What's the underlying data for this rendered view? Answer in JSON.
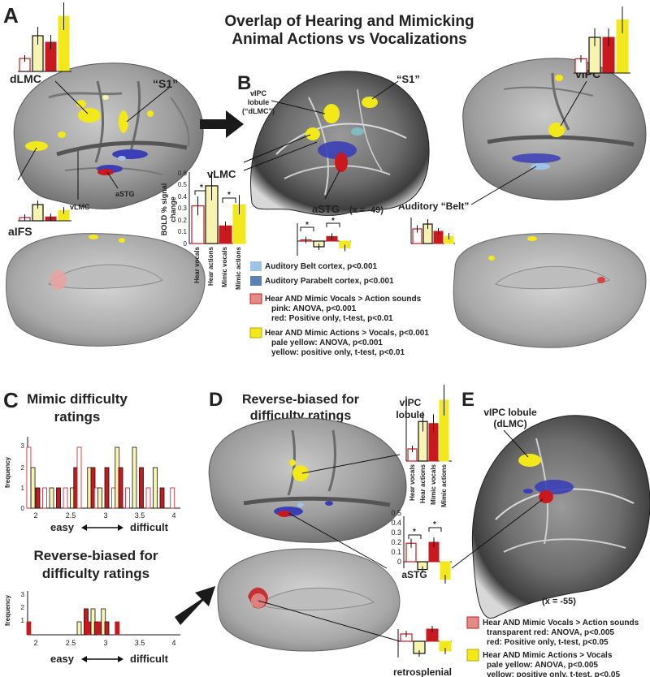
{
  "title": [
    "Overlap of Hearing and Mimicking",
    "Animal Actions vs Vocalizations"
  ],
  "panel_letters": {
    "a": "A",
    "b": "B",
    "c": "C",
    "d": "D",
    "e": "E"
  },
  "colors": {
    "red": "#c8191f",
    "pale_red": "#f2b8b8",
    "yellow": "#f2e81a",
    "pale_yellow": "#f7f3b0",
    "blue": "#3b3fb5",
    "pale_blue": "#9fc3e6",
    "brain": "#9a9a9a",
    "brain_dark": "#6e6e6e"
  },
  "panelA": {
    "labels": {
      "dlmc": "dLMC",
      "s1": "“S1”",
      "vlmc": "vLMC",
      "astg": "aSTG",
      "aifs": "aIFS"
    }
  },
  "panelB": {
    "labels": {
      "vipc_lobule": [
        "vIPC",
        "lobule",
        "(“dLMC”)"
      ],
      "s1": "“S1”",
      "vlmc": "vLMC",
      "astg": "aSTG",
      "coord": "(x = -49)",
      "vipc": "vIPC",
      "belt": "Auditory “Belt”"
    },
    "ylabel": [
      "BOLD % signal",
      "change"
    ],
    "yticks": [
      "0",
      "0.1",
      "0.2",
      "0.3",
      "0.4",
      "0.5",
      "0.6"
    ],
    "conditions": [
      "Hear vocals",
      "Hear actions",
      "Mimic vocals",
      "Mimic actions"
    ],
    "star": "*"
  },
  "legendB": {
    "belt": "Auditory Belt cortex, p<0.001",
    "parabelt": "Auditory Parabelt cortex, p<0.001",
    "vocals": [
      "Hear AND Mimic Vocals > Action sounds",
      "pink: ANOVA, p<0.001",
      "red: Positive only, t-test, p<0.01"
    ],
    "actions": [
      "Hear AND Mimic Actions > Vocals, p<0.001",
      "pale yellow: ANOVA, p<0.001",
      "yellow: positive only, t-test, p<0.01"
    ]
  },
  "panelC": {
    "title1": [
      "Mimic difficulty",
      "ratings"
    ],
    "title2": [
      "Reverse-biased for",
      "difficulty ratings"
    ],
    "ylabel": "frequency",
    "yticks1": [
      "0",
      "1",
      "2",
      "3"
    ],
    "yticks2": [
      "1",
      "2",
      "3"
    ],
    "xticks": [
      "2",
      "2.5",
      "3",
      "3.5",
      "4"
    ],
    "easy": "easy",
    "difficult": "difficult"
  },
  "panelD": {
    "title": [
      "Reverse-biased for",
      "difficulty ratings"
    ],
    "labels": {
      "vipc_lobule": [
        "vIPC",
        "lobule"
      ],
      "astg": "aSTG",
      "retro": "retrosplenial"
    },
    "conditions": [
      "Hear vocals",
      "Hear actions",
      "Mimic vocals",
      "Mimic actions"
    ],
    "yticks": [
      "0",
      "0.1",
      "0.2",
      "0.3",
      "0.4",
      "0.5"
    ],
    "star": "*"
  },
  "panelE": {
    "label": [
      "vIPC lobule",
      "(dLMC)"
    ],
    "coord": "(x = -55)"
  },
  "legendE": {
    "vocals": [
      "Hear AND Mimic Vocals > Action sounds",
      "transparent red: ANOVA, p<0.005",
      "red: Positive only, t-test, p<0.05"
    ],
    "actions": [
      "Hear AND Mimic Actions > Vocals",
      "pale yellow: ANOVA, p<0.005",
      "yellow: positive only, t-test, p<0.05"
    ]
  },
  "chart_data": [
    {
      "type": "bar",
      "title": "dLMC",
      "categories": [
        "Hear vocals",
        "Hear actions",
        "Mimic vocals",
        "Mimic actions"
      ],
      "values": [
        0.2,
        0.55,
        0.45,
        0.85
      ],
      "ylim": [
        0,
        1
      ]
    },
    {
      "type": "bar",
      "title": "aIFS",
      "categories": [
        "Hear vocals",
        "Hear actions",
        "Mimic vocals",
        "Mimic actions"
      ],
      "values": [
        0.1,
        0.5,
        0.12,
        0.32
      ],
      "ylim": [
        0,
        1
      ]
    },
    {
      "type": "bar",
      "title": "vIPC",
      "categories": [
        "Hear vocals",
        "Hear actions",
        "Mimic vocals",
        "Mimic actions"
      ],
      "values": [
        0.22,
        0.55,
        0.55,
        0.82
      ],
      "ylim": [
        0,
        1
      ]
    },
    {
      "type": "bar",
      "title": "vLMC",
      "categories": [
        "Hear vocals",
        "Hear actions",
        "Mimic vocals",
        "Mimic actions"
      ],
      "values": [
        0.32,
        0.49,
        0.15,
        0.33
      ],
      "ylabel": "BOLD % signal change",
      "ylim": [
        0,
        0.6
      ]
    },
    {
      "type": "bar",
      "title": "aSTG",
      "categories": [
        "Hear vocals",
        "Hear actions",
        "Mimic vocals",
        "Mimic actions"
      ],
      "values": [
        0.02,
        -0.1,
        0.08,
        -0.12
      ],
      "ylim": [
        -0.2,
        0.2
      ]
    },
    {
      "type": "bar",
      "title": "Auditory “Belt”",
      "categories": [
        "Hear vocals",
        "Hear actions",
        "Mimic vocals",
        "Mimic actions"
      ],
      "values": [
        0.3,
        0.4,
        0.25,
        0.15
      ],
      "ylim": [
        0,
        0.6
      ]
    },
    {
      "type": "bar",
      "title": "Mimic difficulty ratings",
      "x": [
        1.87,
        1.93,
        2.0,
        2.1,
        2.2,
        2.3,
        2.4,
        2.5,
        2.55,
        2.6,
        2.75,
        2.8,
        2.85,
        2.9,
        3.0,
        3.1,
        3.15,
        3.2,
        3.3,
        3.4,
        3.5,
        3.6,
        3.7,
        3.8,
        3.95
      ],
      "values": [
        3,
        2,
        1,
        1,
        1,
        1,
        1,
        1,
        2,
        3,
        2,
        2,
        1,
        1,
        2,
        1,
        3,
        2,
        1,
        3,
        2,
        1,
        2,
        1,
        1
      ],
      "xlabel": "easy ↔ difficult",
      "ylabel": "frequency",
      "ylim": [
        0,
        3
      ]
    },
    {
      "type": "bar",
      "title": "Reverse-biased for difficulty ratings",
      "x": [
        1.87,
        2.6,
        2.7,
        2.75,
        2.8,
        2.85,
        2.9,
        2.95,
        3.0,
        3.15
      ],
      "values": [
        1,
        1,
        2,
        1,
        2,
        1,
        1,
        2,
        1,
        1
      ],
      "xlabel": "easy ↔ difficult",
      "ylabel": "frequency",
      "ylim": [
        0,
        3
      ]
    },
    {
      "type": "bar",
      "title": "vIPC lobule",
      "categories": [
        "Hear vocals",
        "Hear actions",
        "Mimic vocals",
        "Mimic actions"
      ],
      "values": [
        0.12,
        0.39,
        0.37,
        0.6
      ],
      "ylim": [
        0,
        0.6
      ]
    },
    {
      "type": "bar",
      "title": "aSTG",
      "categories": [
        "Hear vocals",
        "Hear actions",
        "Mimic vocals",
        "Mimic actions"
      ],
      "values": [
        0.19,
        -0.08,
        0.2,
        -0.18
      ],
      "ylim": [
        -0.3,
        0.5
      ]
    },
    {
      "type": "bar",
      "title": "retrosplenial",
      "categories": [
        "Hear vocals",
        "Hear actions",
        "Mimic vocals",
        "Mimic actions"
      ],
      "values": [
        0.15,
        -0.25,
        0.25,
        -0.2
      ],
      "ylim": [
        -0.3,
        0.3
      ]
    }
  ]
}
